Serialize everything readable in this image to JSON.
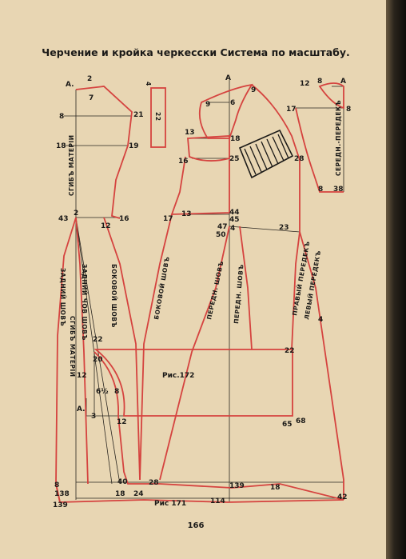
{
  "title": "Черчение и кройка черкесски Система по масштабу.",
  "page_number": "166",
  "figures": {
    "main": "Рис.172",
    "secondary": "Рис 171"
  },
  "seam_labels": {
    "fold_top": "СГИБЪ МАТЕРІИ",
    "fold_bottom": "СГИБЪ МАТЕРІИ",
    "back_seam": "ЗАДНИЙ ШОВЪ",
    "back_shoulder_seam": "ЗАДНИЙ ЧОВ ШОВЪ",
    "side_seam_left": "БОКОВОЙ ШОВЪ",
    "side_seam_right": "БОКОВОЙ ШОВЪ",
    "front_seam_1": "ПЕРЕДН. ШОВЪ",
    "front_seam_2": "ПЕРЕДН. ШОВЪ",
    "right_front": "ПРАВЫЙ ПЕРЕДЕКЪ",
    "left_front": "ЛЕВЫЙ ПЕРЕДЕКЪ",
    "middle_front": "СЕРЕДН.-ПЕРЕДЕКЪ",
    "strip_width": "22",
    "strip_mark": "4"
  },
  "points": {
    "a_left": "A.",
    "n2_top": "2",
    "n7": "7",
    "n8_left": "8",
    "n21": "21",
    "n18_left": "18",
    "n19": "19",
    "n43": "43",
    "n2_mid": "2",
    "n16_left": "16",
    "n12_left": "12",
    "a_mid": "A",
    "n9_a": "9",
    "n6": "6",
    "n9_b": "9",
    "n13_top": "13",
    "n18_mid": "18",
    "n16_mid": "16",
    "n25": "25",
    "n28": "28",
    "n17_mid": "17",
    "n13_mid": "13",
    "n44": "44",
    "n45": "45",
    "n47": "47",
    "n4": "4",
    "n50": "50",
    "n23": "23",
    "n12_r": "12",
    "n8_r_top": "8",
    "a_r": "A",
    "n17_r": "17",
    "n8_r": "8",
    "n8_r_bot": "8",
    "n38": "38",
    "n4_r": "4",
    "n22_a": "22",
    "n20": "20",
    "n12_dim": "12",
    "n6_half": "6½",
    "n8_dim": "8",
    "a_dim": "A.",
    "n3": "3",
    "n12_dim2": "12",
    "n22_b": "22",
    "n65": "65",
    "n68": "68",
    "n8_bot": "8",
    "n138": "138",
    "n139_left": "139",
    "n40": "40",
    "n18_bot": "18",
    "n24": "24",
    "n28_bot": "28",
    "n139_mid": "139",
    "n114": "114",
    "n18_bot_r": "18",
    "n42": "42"
  },
  "colors": {
    "paper": "#e8d6b3",
    "pattern_line": "#d5433f",
    "ink": "#1b1a18"
  }
}
